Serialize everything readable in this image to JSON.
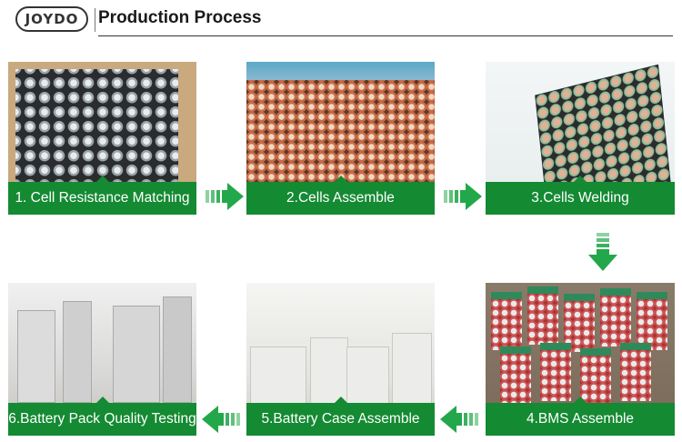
{
  "header": {
    "logo_text": "JOYDO",
    "title": "Production Process"
  },
  "steps": [
    {
      "label": "1. Cell Resistance Matching"
    },
    {
      "label": "2.Cells Assemble"
    },
    {
      "label": "3.Cells Welding"
    },
    {
      "label": "4.BMS Assemble"
    },
    {
      "label": "5.Battery Case Assemble"
    },
    {
      "label": "6.Battery Pack Quality Testing"
    }
  ],
  "colors": {
    "accent": "#148a32",
    "arrow": "#22a84a"
  },
  "icons": [
    "arrow-right-icon",
    "arrow-down-icon",
    "arrow-left-icon"
  ]
}
